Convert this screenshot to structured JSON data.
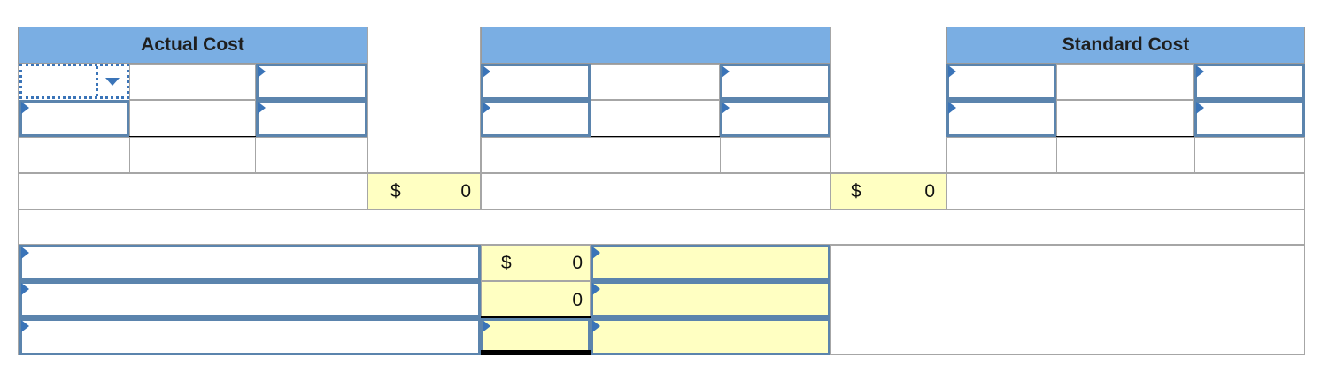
{
  "headers": {
    "actual_cost": "Actual Cost",
    "middle": "",
    "standard_cost": "Standard Cost"
  },
  "totals": {
    "left_dollar": "$",
    "left_value": "0",
    "right_dollar": "$",
    "right_value": "0"
  },
  "variance": {
    "row1_dollar": "$",
    "row1_value": "0",
    "row2_value": "0"
  },
  "colors": {
    "header_blue": "#7aaee3",
    "input_border": "#5b84ad",
    "yellow_fill": "#ffffc2",
    "marker_blue": "#3a74b8"
  },
  "icons": {
    "dropdown": "triangle-down-icon",
    "input_marker": "corner-triangle-icon"
  }
}
